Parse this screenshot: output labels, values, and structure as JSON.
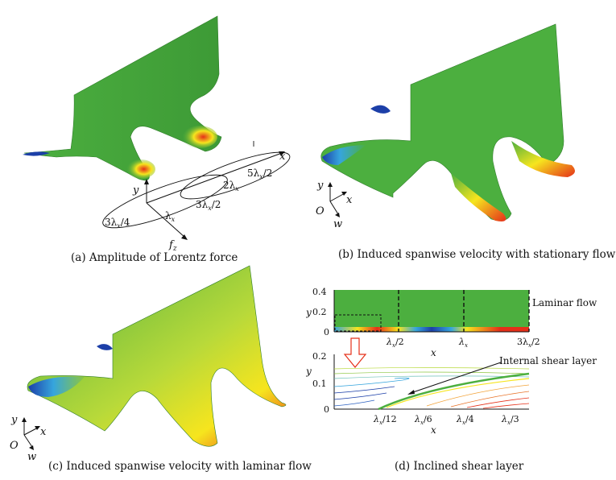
{
  "colors": {
    "surface_green": "#4caf3f",
    "hot": "#e53019",
    "warm": "#f6e51e",
    "cold": "#1c3fa8",
    "cool": "#36a5dd"
  },
  "panel_a": {
    "caption": "(a) Amplitude of Lorentz force",
    "labels": {
      "y": "y",
      "x": "x",
      "fz": "f",
      "fz_sub": "z",
      "l3_4": "3λ",
      "l3_4b": "/4",
      "l1": "λ",
      "l3_2": "3λ",
      "l3_2b": "/2",
      "l2": "2λ",
      "l5_2": "5λ",
      "l5_2b": "/2",
      "sub": "x"
    }
  },
  "panel_b": {
    "caption": "(b) Induced spanwise velocity with stationary flow",
    "axes": {
      "y": "y",
      "x": "x",
      "o": "O",
      "w": "w"
    }
  },
  "panel_c": {
    "caption": "(c) Induced spanwise velocity with laminar flow",
    "axes": {
      "y": "y",
      "x": "x",
      "o": "O",
      "w": "w"
    }
  },
  "panel_d": {
    "caption": "(d) Inclined shear layer",
    "top": {
      "ylabel": "y",
      "xlabel": "x",
      "yticks": [
        "0.4",
        "0.2",
        "0"
      ],
      "xticks": [
        "λ",
        "λ",
        "3λ"
      ],
      "xticks_suffix": [
        "/2",
        "",
        "/2"
      ],
      "annotation": "Laminar flow"
    },
    "bottom": {
      "ylabel": "y",
      "xlabel": "x",
      "yticks": [
        "0.2",
        "0.1",
        "0"
      ],
      "xticks": [
        "λ",
        "λ",
        "λ",
        "λ"
      ],
      "xticks_suffix": [
        "/12",
        "/6",
        "/4",
        "/3"
      ],
      "annotation": "Internal shear layer"
    },
    "sub": "x"
  }
}
